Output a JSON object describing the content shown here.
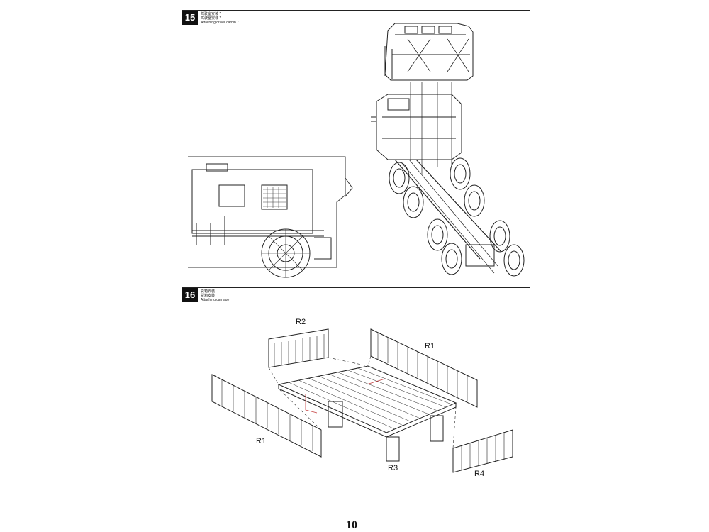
{
  "steps": [
    {
      "number": "15",
      "caption_cn_1": "驾驶室安装 7",
      "caption_cn_2": "驾驶室安装 7",
      "caption_en": "Attaching driver carbin 7"
    },
    {
      "number": "16",
      "caption_cn_1": "货箱安装",
      "caption_cn_2": "货箱安装",
      "caption_en": "Attaching carriage",
      "parts": [
        "R2",
        "R1",
        "R1",
        "R3",
        "R4"
      ]
    }
  ],
  "page_number": "10"
}
